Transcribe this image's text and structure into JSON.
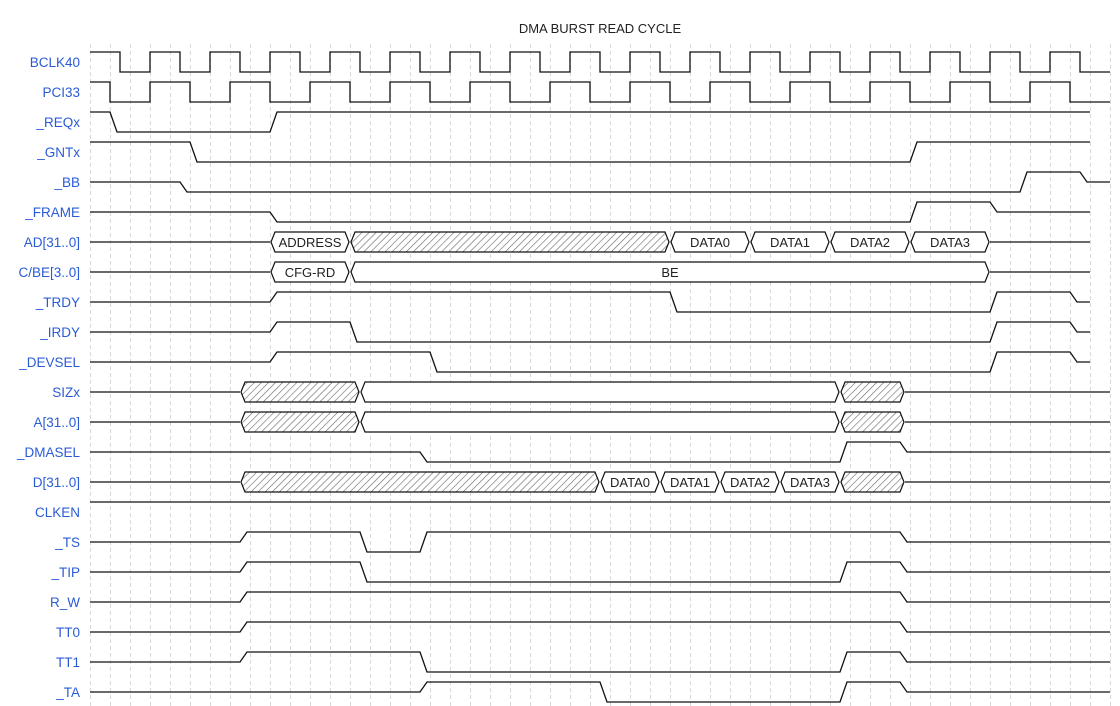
{
  "title": "DMA BURST READ CYCLE",
  "time_axis": {
    "unit": "tick",
    "start": 0,
    "end": 102,
    "grid_every": 2
  },
  "signals": [
    {
      "name": "BCLK40",
      "type": "clock",
      "init": "H",
      "first_edge": 3,
      "half_period": 3,
      "end": 102
    },
    {
      "name": "PCI33",
      "type": "clock",
      "init": "H",
      "first_edge": 2,
      "half_period": 4,
      "end": 102
    },
    {
      "name": "_REQx",
      "type": "wave",
      "init": "H",
      "edges": [
        [
          2,
          "L"
        ],
        [
          18,
          "H"
        ]
      ],
      "end": 100
    },
    {
      "name": "_GNTx",
      "type": "wave",
      "init": "H",
      "edges": [
        [
          10,
          "L"
        ],
        [
          82,
          "H"
        ]
      ],
      "end": 100
    },
    {
      "name": "_BB",
      "type": "wave",
      "init": "Z",
      "edges": [
        [
          9,
          "L"
        ],
        [
          93,
          "H"
        ],
        [
          99,
          "Z"
        ]
      ],
      "end": 102
    },
    {
      "name": "_FRAME",
      "type": "wave",
      "init": "Z",
      "edges": [
        [
          18,
          "L"
        ],
        [
          82,
          "H"
        ],
        [
          90,
          "Z"
        ]
      ],
      "end": 100
    },
    {
      "name": "AD[31..0]",
      "type": "bus",
      "segments": [
        {
          "from": 18,
          "to": 26,
          "kind": "data",
          "label": "ADDRESS"
        },
        {
          "from": 26,
          "to": 58,
          "kind": "hatch",
          "label": ""
        },
        {
          "from": 58,
          "to": 66,
          "kind": "data",
          "label": "DATA0"
        },
        {
          "from": 66,
          "to": 74,
          "kind": "data",
          "label": "DATA1"
        },
        {
          "from": 74,
          "to": 82,
          "kind": "data",
          "label": "DATA2"
        },
        {
          "from": 82,
          "to": 90,
          "kind": "data",
          "label": "DATA3"
        }
      ],
      "end": 100
    },
    {
      "name": "C/BE[3..0]",
      "type": "bus",
      "segments": [
        {
          "from": 18,
          "to": 26,
          "kind": "data",
          "label": "CFG-RD"
        },
        {
          "from": 26,
          "to": 90,
          "kind": "data",
          "label": "BE"
        }
      ],
      "end": 100
    },
    {
      "name": "_TRDY",
      "type": "wave",
      "init": "Z",
      "edges": [
        [
          18,
          "H"
        ],
        [
          58,
          "L"
        ],
        [
          90,
          "H"
        ],
        [
          98,
          "Z"
        ]
      ],
      "end": 100
    },
    {
      "name": "_IRDY",
      "type": "wave",
      "init": "Z",
      "edges": [
        [
          18,
          "H"
        ],
        [
          26,
          "L"
        ],
        [
          90,
          "H"
        ],
        [
          98,
          "Z"
        ]
      ],
      "end": 100
    },
    {
      "name": "_DEVSEL",
      "type": "wave",
      "init": "Z",
      "edges": [
        [
          18,
          "H"
        ],
        [
          34,
          "L"
        ],
        [
          90,
          "H"
        ],
        [
          98,
          "Z"
        ]
      ],
      "end": 100
    },
    {
      "name": "SIZx",
      "type": "bus",
      "segments": [
        {
          "from": 15,
          "to": 27,
          "kind": "hatch",
          "label": ""
        },
        {
          "from": 27,
          "to": 75,
          "kind": "data",
          "label": ""
        },
        {
          "from": 75,
          "to": 81.5,
          "kind": "hatch",
          "label": ""
        }
      ],
      "end": 102
    },
    {
      "name": "A[31..0]",
      "type": "bus",
      "segments": [
        {
          "from": 15,
          "to": 27,
          "kind": "hatch",
          "label": ""
        },
        {
          "from": 27,
          "to": 75,
          "kind": "data",
          "label": ""
        },
        {
          "from": 75,
          "to": 81.5,
          "kind": "hatch",
          "label": ""
        }
      ],
      "end": 102
    },
    {
      "name": "_DMASEL",
      "type": "wave",
      "init": "Z",
      "edges": [
        [
          33,
          "L"
        ],
        [
          75,
          "H"
        ],
        [
          81,
          "Z"
        ]
      ],
      "end": 102
    },
    {
      "name": "D[31..0]",
      "type": "bus",
      "segments": [
        {
          "from": 15,
          "to": 51,
          "kind": "hatch",
          "label": ""
        },
        {
          "from": 51,
          "to": 57,
          "kind": "data",
          "label": "DATA0"
        },
        {
          "from": 57,
          "to": 63,
          "kind": "data",
          "label": "DATA1"
        },
        {
          "from": 63,
          "to": 69,
          "kind": "data",
          "label": "DATA2"
        },
        {
          "from": 69,
          "to": 75,
          "kind": "data",
          "label": "DATA3"
        },
        {
          "from": 75,
          "to": 81.5,
          "kind": "hatch",
          "label": ""
        }
      ],
      "end": 102
    },
    {
      "name": "CLKEN",
      "type": "wave",
      "init": "H",
      "edges": [],
      "end": 102
    },
    {
      "name": "_TS",
      "type": "wave",
      "init": "Z",
      "edges": [
        [
          15,
          "H"
        ],
        [
          27,
          "L"
        ],
        [
          33,
          "H"
        ],
        [
          81,
          "Z"
        ]
      ],
      "end": 102
    },
    {
      "name": "_TIP",
      "type": "wave",
      "init": "Z",
      "edges": [
        [
          15,
          "H"
        ],
        [
          27,
          "L"
        ],
        [
          75,
          "H"
        ],
        [
          81,
          "Z"
        ]
      ],
      "end": 102
    },
    {
      "name": "R_W",
      "type": "wave",
      "init": "Z",
      "edges": [
        [
          15,
          "H"
        ],
        [
          81,
          "Z"
        ]
      ],
      "end": 102
    },
    {
      "name": "TT0",
      "type": "wave",
      "init": "Z",
      "edges": [
        [
          15,
          "H"
        ],
        [
          81,
          "Z"
        ]
      ],
      "end": 102
    },
    {
      "name": "TT1",
      "type": "wave",
      "init": "Z",
      "edges": [
        [
          15,
          "H"
        ],
        [
          33,
          "L"
        ],
        [
          75,
          "H"
        ],
        [
          81,
          "Z"
        ]
      ],
      "end": 102
    },
    {
      "name": "_TA",
      "type": "wave",
      "init": "Z",
      "edges": [
        [
          33,
          "H"
        ],
        [
          51,
          "L"
        ],
        [
          75,
          "H"
        ],
        [
          81,
          "Z"
        ]
      ],
      "end": 102
    }
  ],
  "colors": {
    "label": "#2a5bd7",
    "line": "#111111",
    "grid": "#d9d9d9",
    "hatch": "#555555"
  }
}
